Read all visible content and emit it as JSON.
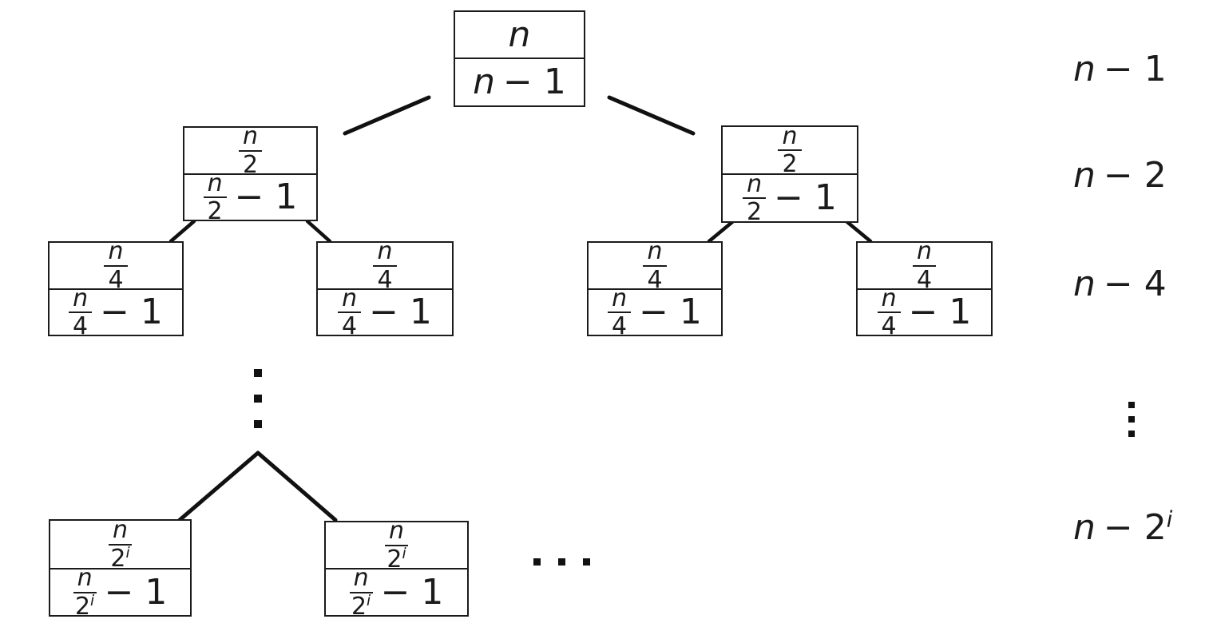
{
  "colors": {
    "background": "#ffffff",
    "line": "#1b1b1b",
    "text": "#1b1b1b"
  },
  "nodes": [
    {
      "label": "root",
      "top": {
        "var": "n"
      },
      "bottom": {
        "var": "n",
        "suffix": "− 1"
      }
    },
    {
      "label": "level2-left",
      "top": {
        "num": "n",
        "den": "2"
      },
      "bottom": {
        "num": "n",
        "den": "2",
        "suffix": "− 1"
      }
    },
    {
      "label": "level2-right",
      "top": {
        "num": "n",
        "den": "2"
      },
      "bottom": {
        "num": "n",
        "den": "2",
        "suffix": "− 1"
      }
    },
    {
      "label": "level3-node1",
      "top": {
        "num": "n",
        "den": "4"
      },
      "bottom": {
        "num": "n",
        "den": "4",
        "suffix": "− 1"
      }
    },
    {
      "label": "level3-node2",
      "top": {
        "num": "n",
        "den": "4"
      },
      "bottom": {
        "num": "n",
        "den": "4",
        "suffix": "− 1"
      }
    },
    {
      "label": "level3-node3",
      "top": {
        "num": "n",
        "den": "4"
      },
      "bottom": {
        "num": "n",
        "den": "4",
        "suffix": "− 1"
      }
    },
    {
      "label": "level3-node4",
      "top": {
        "num": "n",
        "den": "4"
      },
      "bottom": {
        "num": "n",
        "den": "4",
        "suffix": "− 1"
      }
    },
    {
      "label": "leveli-left",
      "top": {
        "num": "n",
        "den": "2",
        "den_sup": "i"
      },
      "bottom": {
        "num": "n",
        "den": "2",
        "den_sup": "i",
        "suffix": "− 1"
      }
    },
    {
      "label": "leveli-right",
      "top": {
        "num": "n",
        "den": "2",
        "den_sup": "i"
      },
      "bottom": {
        "num": "n",
        "den": "2",
        "den_sup": "i",
        "suffix": "− 1"
      }
    }
  ],
  "level_labels": {
    "level1": {
      "var": "n",
      "rest": "− 1"
    },
    "level2": {
      "var": "n",
      "rest": "− 2"
    },
    "level3": {
      "var": "n",
      "rest": "− 4"
    },
    "leveli": {
      "var": "n",
      "rest": "− 2",
      "sup": "i"
    }
  },
  "icons": {
    "left_vertical_ellipsis": "⋮",
    "right_vertical_ellipsis": "⋮",
    "horizontal_ellipsis": "…"
  }
}
